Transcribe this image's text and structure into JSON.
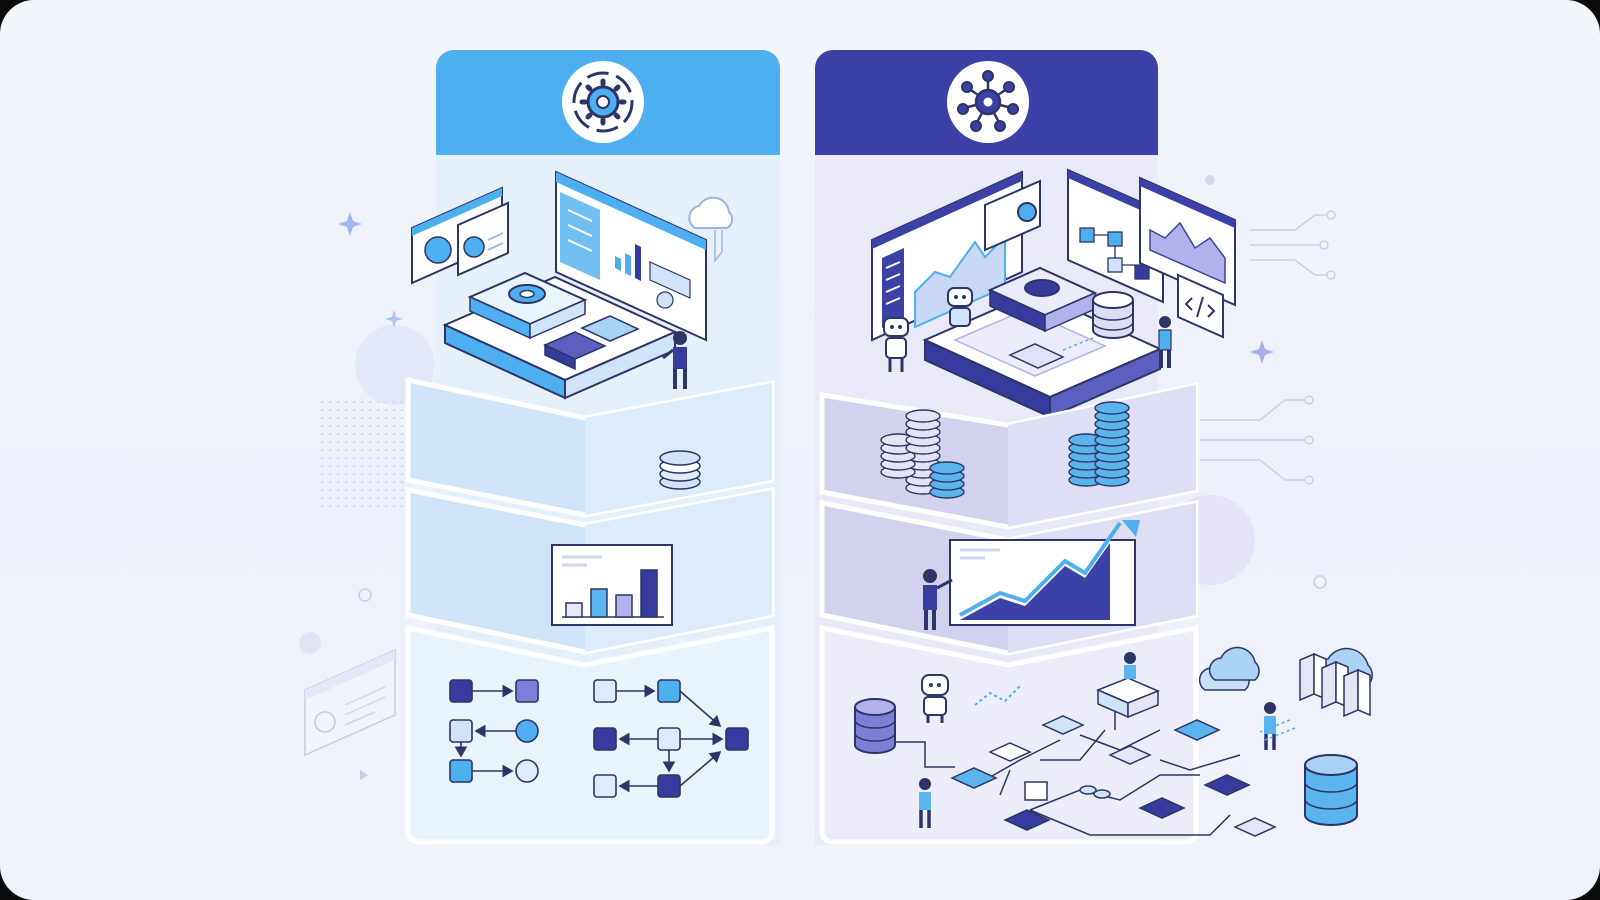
{
  "palette": {
    "background": "#eff2fb",
    "left_accent": "#4daef0",
    "left_panel": "#e3effb",
    "left_band": "#cfe4f8",
    "right_accent": "#3b41a6",
    "right_panel": "#e7e7f6",
    "right_band": "#d2d2ef",
    "navy": "#363c9e",
    "sky": "#5ab4ee",
    "lavender": "#b3b1ea",
    "outline": "#2d3466"
  },
  "left_column": {
    "header_icon": "gear-with-cycle-arrows-icon",
    "sections": [
      {
        "name": "isometric-workstation",
        "icons": [
          "dashboard-screen-icon",
          "gear-icon",
          "cloud-icon",
          "person-icon"
        ]
      },
      {
        "name": "data-band",
        "icons": [
          "coin-stack-icon"
        ]
      },
      {
        "name": "analytics-band",
        "icons": [
          "bar-chart-icon"
        ]
      },
      {
        "name": "workflow-band",
        "icons": [
          "flowchart-icon"
        ]
      }
    ],
    "bar_chart_levels": [
      0.25,
      0.5,
      0.4,
      0.85
    ]
  },
  "right_column": {
    "header_icon": "network-gear-icon",
    "sections": [
      {
        "name": "ai-workstation",
        "icons": [
          "robot-icon",
          "code-window-icon",
          "database-icon",
          "person-icon"
        ]
      },
      {
        "name": "data-band",
        "icons": [
          "database-stack-icon"
        ]
      },
      {
        "name": "growth-band",
        "icons": [
          "rising-chart-icon",
          "presenter-icon"
        ]
      },
      {
        "name": "connected-network",
        "icons": [
          "robot-icon",
          "cloud-icon",
          "server-icon",
          "database-icon",
          "person-icon"
        ]
      }
    ]
  }
}
